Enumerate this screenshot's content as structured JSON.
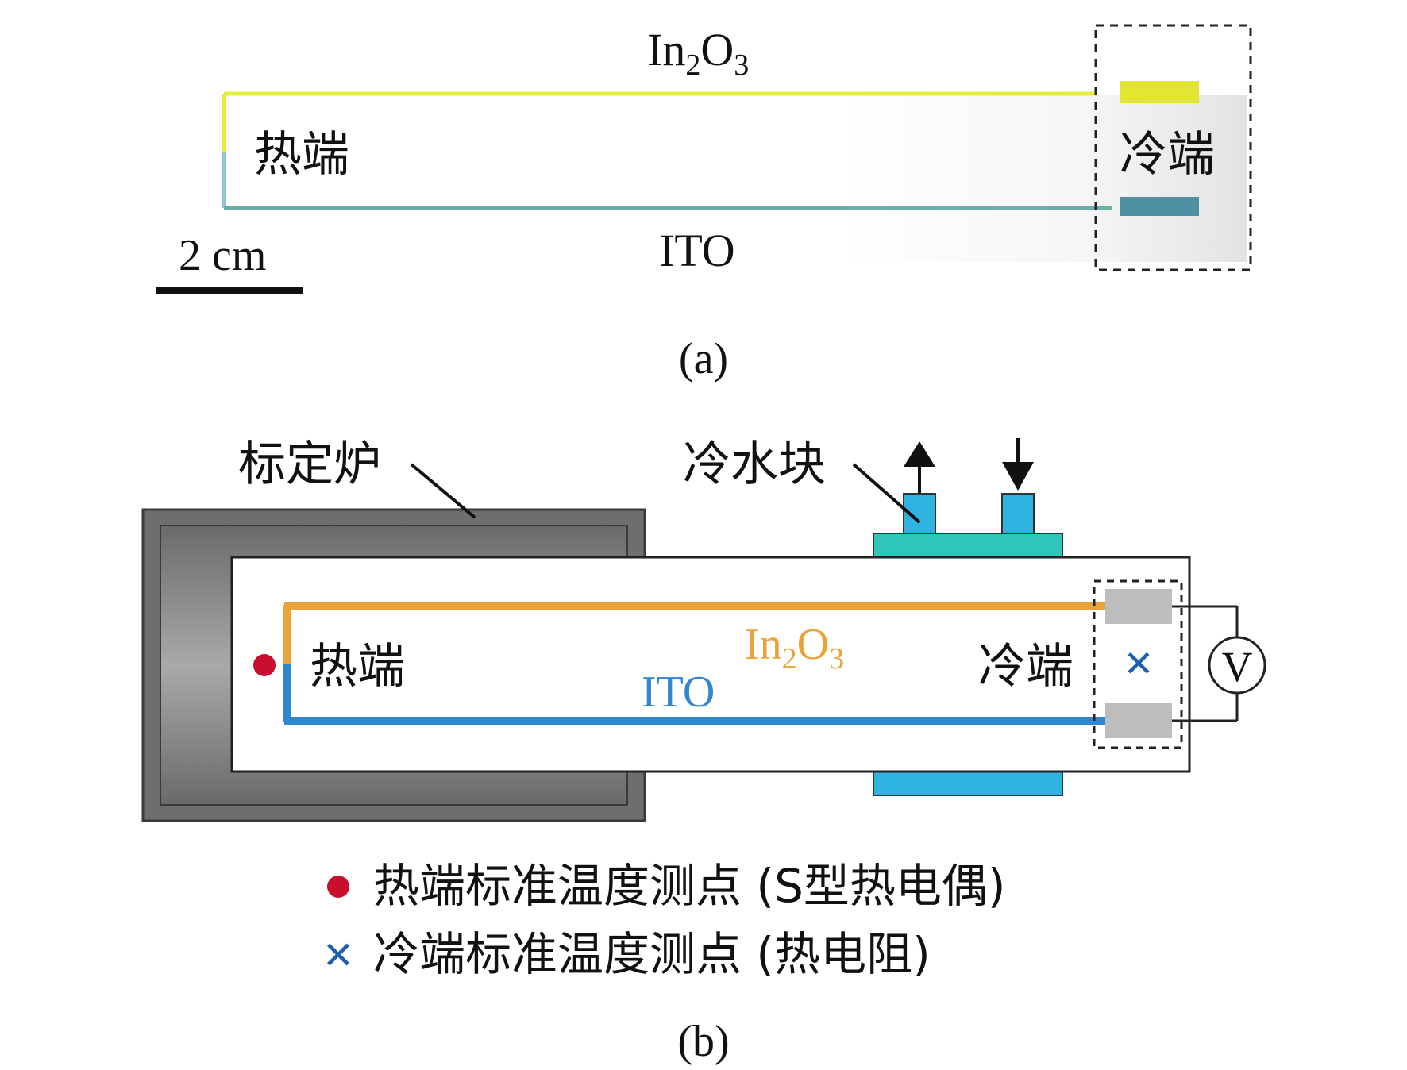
{
  "panel_a": {
    "label_top": "In",
    "label_top_sub1": "2",
    "label_top_mid": "O",
    "label_top_sub2": "3",
    "label_bottom": "ITO",
    "hot_end": "热端",
    "cold_end": "冷端",
    "scale_bar": "2 cm",
    "caption": "(a)"
  },
  "panel_b": {
    "furnace_label": "标定炉",
    "cooling_label": "冷水块",
    "hot_end": "热端",
    "cold_end": "冷端",
    "in2o3_main": "In",
    "in2o3_sub1": "2",
    "in2o3_mid": "O",
    "in2o3_sub2": "3",
    "ito": "ITO",
    "voltmeter": "V",
    "legend_hot": "热端标准温度测点 (S型热电偶)",
    "legend_cold": "冷端标准温度测点 (热电阻)",
    "caption": "(b)"
  },
  "colors": {
    "in2o3_a": "#e6ec3a",
    "ito_a": "#6ab0c0",
    "in2o3_b": "#e8a33a",
    "ito_b": "#2f86d3",
    "water": "#2fb3e0",
    "hot_dot": "#c8102e",
    "cold_x": "#1f5fae",
    "furnace": "#6e6e6e",
    "pad": "#bdbdbd"
  },
  "icons": {
    "outlet_arrow": "arrow-up-icon",
    "inlet_arrow": "arrow-down-icon",
    "voltmeter": "voltmeter-icon"
  }
}
